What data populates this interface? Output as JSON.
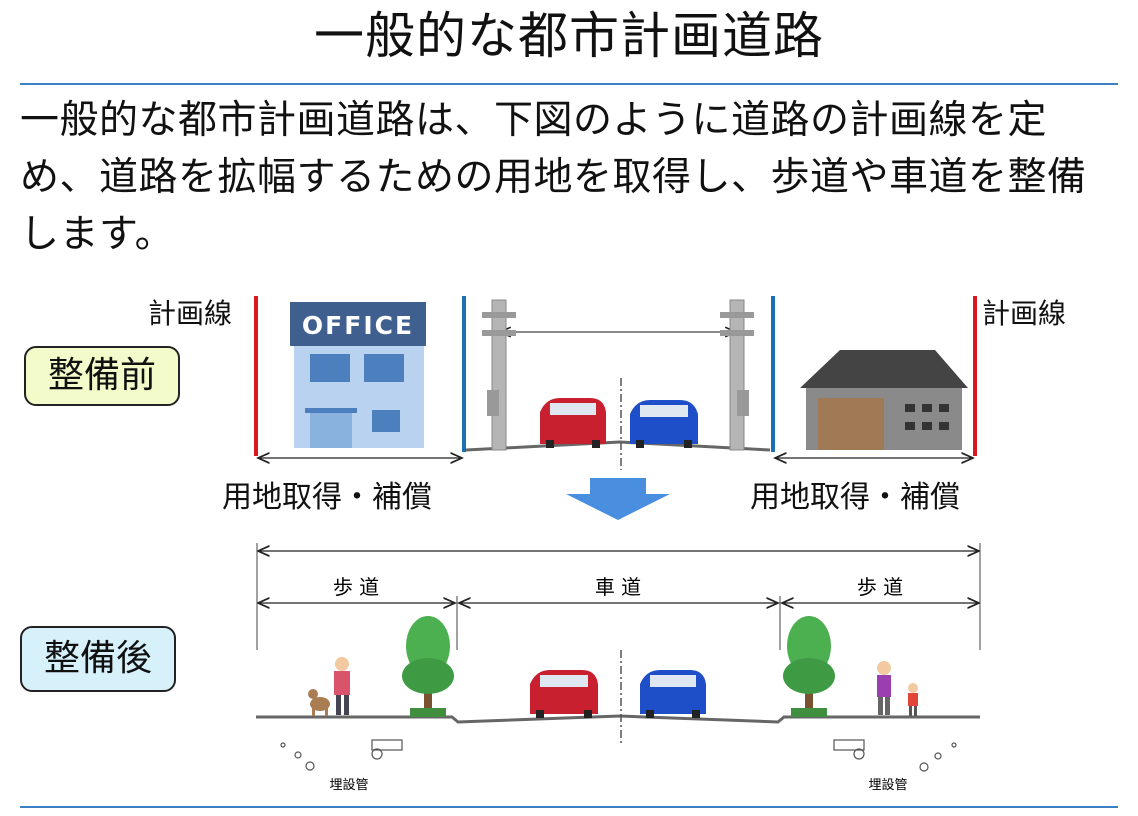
{
  "title": "一般的な都市計画道路",
  "description": "一般的な都市計画道路は、下図のように道路の計画線を定め、道路を拡幅するための用地を取得し、歩道や車道を整備します。",
  "stage_before": "整備前",
  "stage_after": "整備後",
  "plan_line_label": "計画線",
  "acquisition_label": "用地取得・補償",
  "office_sign": "OFFICE",
  "sections": {
    "sidewalk": "歩 道",
    "roadway": "車 道"
  },
  "utility_label": "埋設管",
  "colors": {
    "rule": "#3b7fc4",
    "plan_line": "#d71920",
    "road_edge": "#1a6fb5",
    "arrow": "#4a8ee0"
  }
}
